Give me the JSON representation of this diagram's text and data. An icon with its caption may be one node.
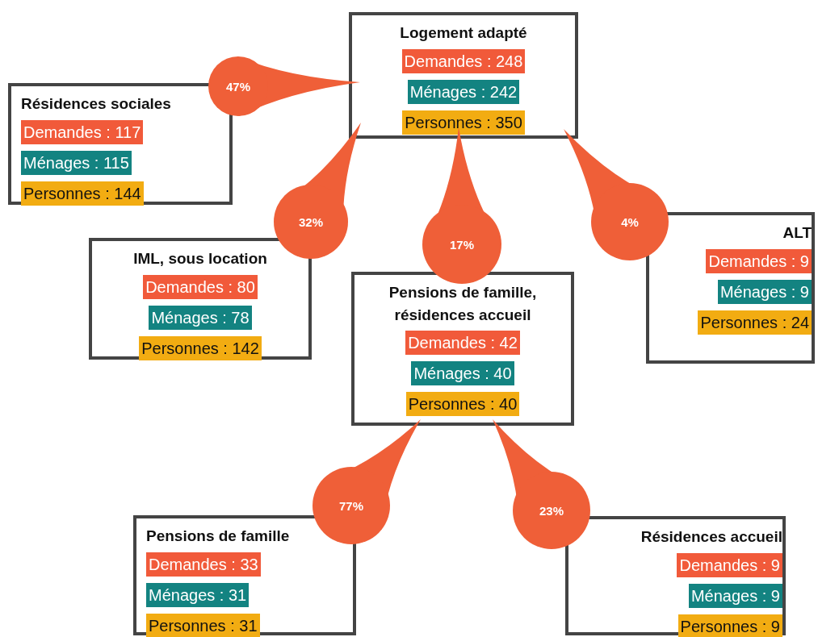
{
  "diagram": {
    "nodes": [
      {
        "text": [
          "Logement adapté",
          "Demandes : 248",
          "Ménages : 242",
          "Personnes : 350"
        ]
      },
      {
        "text": [
          "47%"
        ]
      },
      {
        "text": [
          "Résidences sociales",
          "Demandes : 117",
          "Ménages : 115",
          "Personnes : 144"
        ]
      },
      {
        "text": [
          "32%"
        ]
      },
      {
        "text": [
          "IML, sous location",
          "Demandes : 80",
          "Ménages : 78",
          "Personnes : 142"
        ]
      },
      {
        "text": [
          "17%"
        ]
      },
      {
        "text": [
          "Pensions de famille, résidences accueil",
          "Demandes : 42",
          "Ménages : 40",
          "Personnes : 40"
        ]
      },
      {
        "text": [
          "4%"
        ]
      },
      {
        "text": [
          "ALT",
          "Demandes : 9",
          "Ménages : 9",
          "Personnes : 24"
        ]
      },
      {
        "text": [
          "77%"
        ]
      },
      {
        "text": [
          "Pensions de famille",
          "Demandes : 33",
          "Ménages : 31",
          "Personnes : 31"
        ]
      },
      {
        "text": [
          "23%"
        ]
      },
      {
        "text": [
          "Résidences accueil",
          "Demandes : 9",
          "Ménages : 9",
          "Personnes : 9"
        ]
      }
    ]
  }
}
